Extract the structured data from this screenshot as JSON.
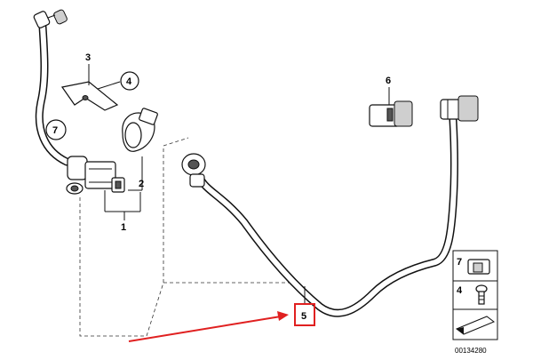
{
  "callouts": {
    "c1": "1",
    "c2": "2",
    "c3": "3",
    "c4": "4",
    "c5": "5",
    "c6": "6",
    "c7": "7"
  },
  "legend": {
    "item7": "7",
    "item4": "4"
  },
  "part_number": "00134280",
  "colors": {
    "highlight": "#e02020",
    "line": "#111111"
  }
}
